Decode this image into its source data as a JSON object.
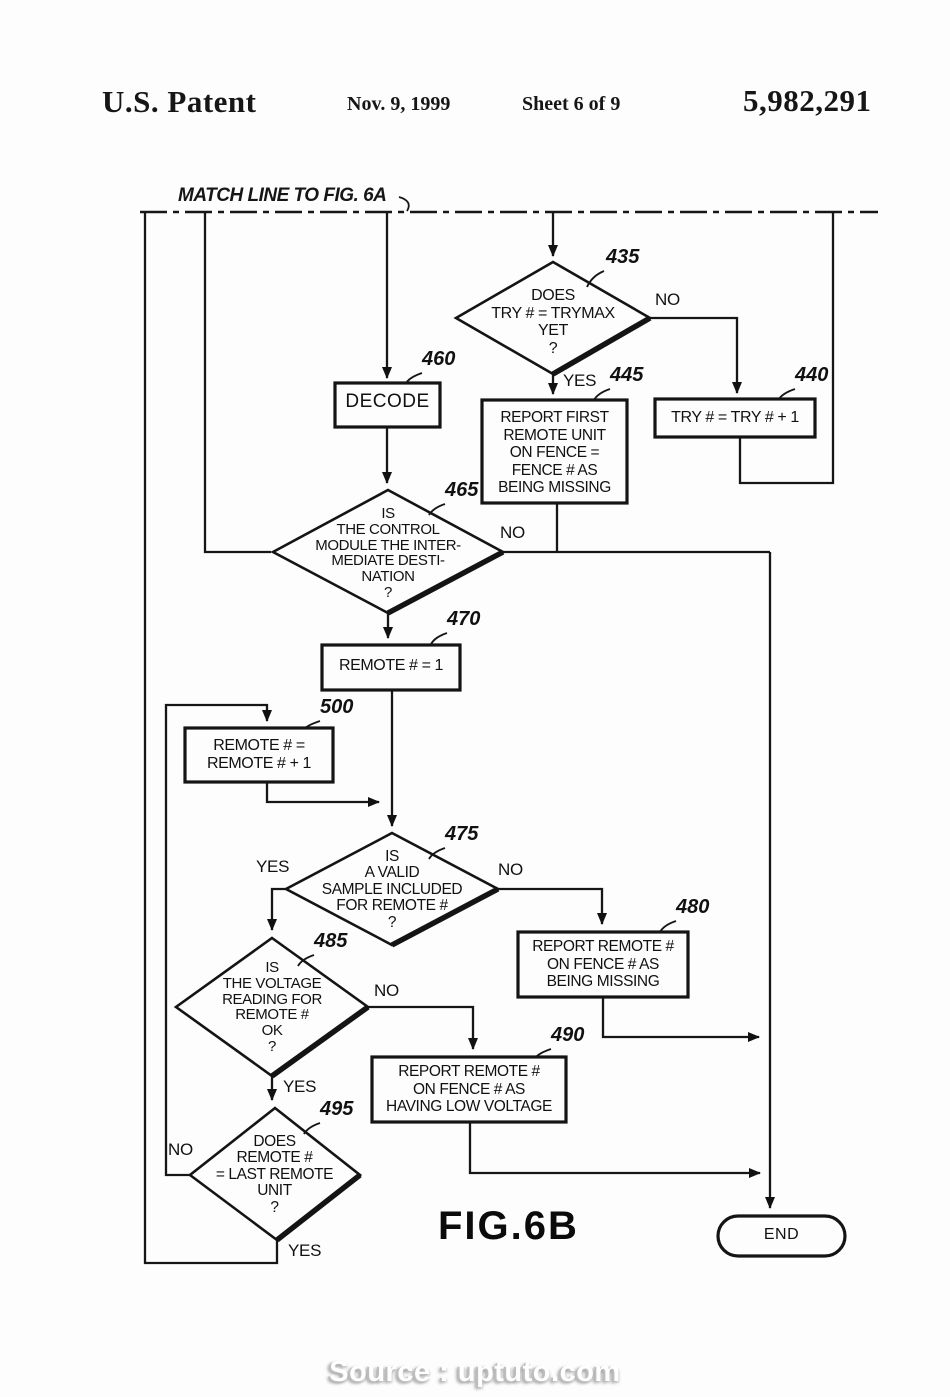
{
  "header": {
    "patent_label": "U.S. Patent",
    "date": "Nov. 9, 1999",
    "sheet": "Sheet 6 of 9",
    "patent_number": "5,982,291"
  },
  "flow": {
    "match_line_label": "MATCH LINE TO FIG. 6A",
    "fig_label": "FIG.6B",
    "nodes": {
      "n435": "DOES\nTRY # = TRYMAX\nYET\n?",
      "n440": "TRY # = TRY # + 1",
      "n445": "REPORT FIRST\nREMOTE UNIT\nON FENCE =\nFENCE # AS\nBEING MISSING",
      "n460": "DECODE",
      "n465": "IS\nTHE CONTROL\nMODULE THE INTER-\nMEDIATE DESTI-\nNATION\n?",
      "n470": "REMOTE # = 1",
      "n500": "REMOTE # =\nREMOTE # + 1",
      "n475": "IS\nA VALID\nSAMPLE INCLUDED\nFOR REMOTE #\n?",
      "n480": "REPORT REMOTE #\nON FENCE # AS\nBEING MISSING",
      "n485": "IS\nTHE VOLTAGE\nREADING FOR\nREMOTE #\nOK\n?",
      "n490": "REPORT REMOTE #\nON FENCE # AS\nHAVING LOW VOLTAGE",
      "n495": "DOES\nREMOTE #\n= LAST REMOTE\nUNIT\n?",
      "end": "END"
    },
    "refs": {
      "r435": "435",
      "r440": "440",
      "r445": "445",
      "r460": "460",
      "r465": "465",
      "r470": "470",
      "r475": "475",
      "r480": "480",
      "r485": "485",
      "r490": "490",
      "r495": "495",
      "r500": "500"
    },
    "branch_labels": {
      "b435_no": "NO",
      "b435_yes": "YES",
      "b465_no": "NO",
      "b475_yes": "YES",
      "b475_no": "NO",
      "b485_no": "NO",
      "b485_yes": "YES",
      "b495_no": "NO",
      "b495_yes": "YES"
    }
  },
  "footer": {
    "source": "Source : uptuto.com"
  }
}
